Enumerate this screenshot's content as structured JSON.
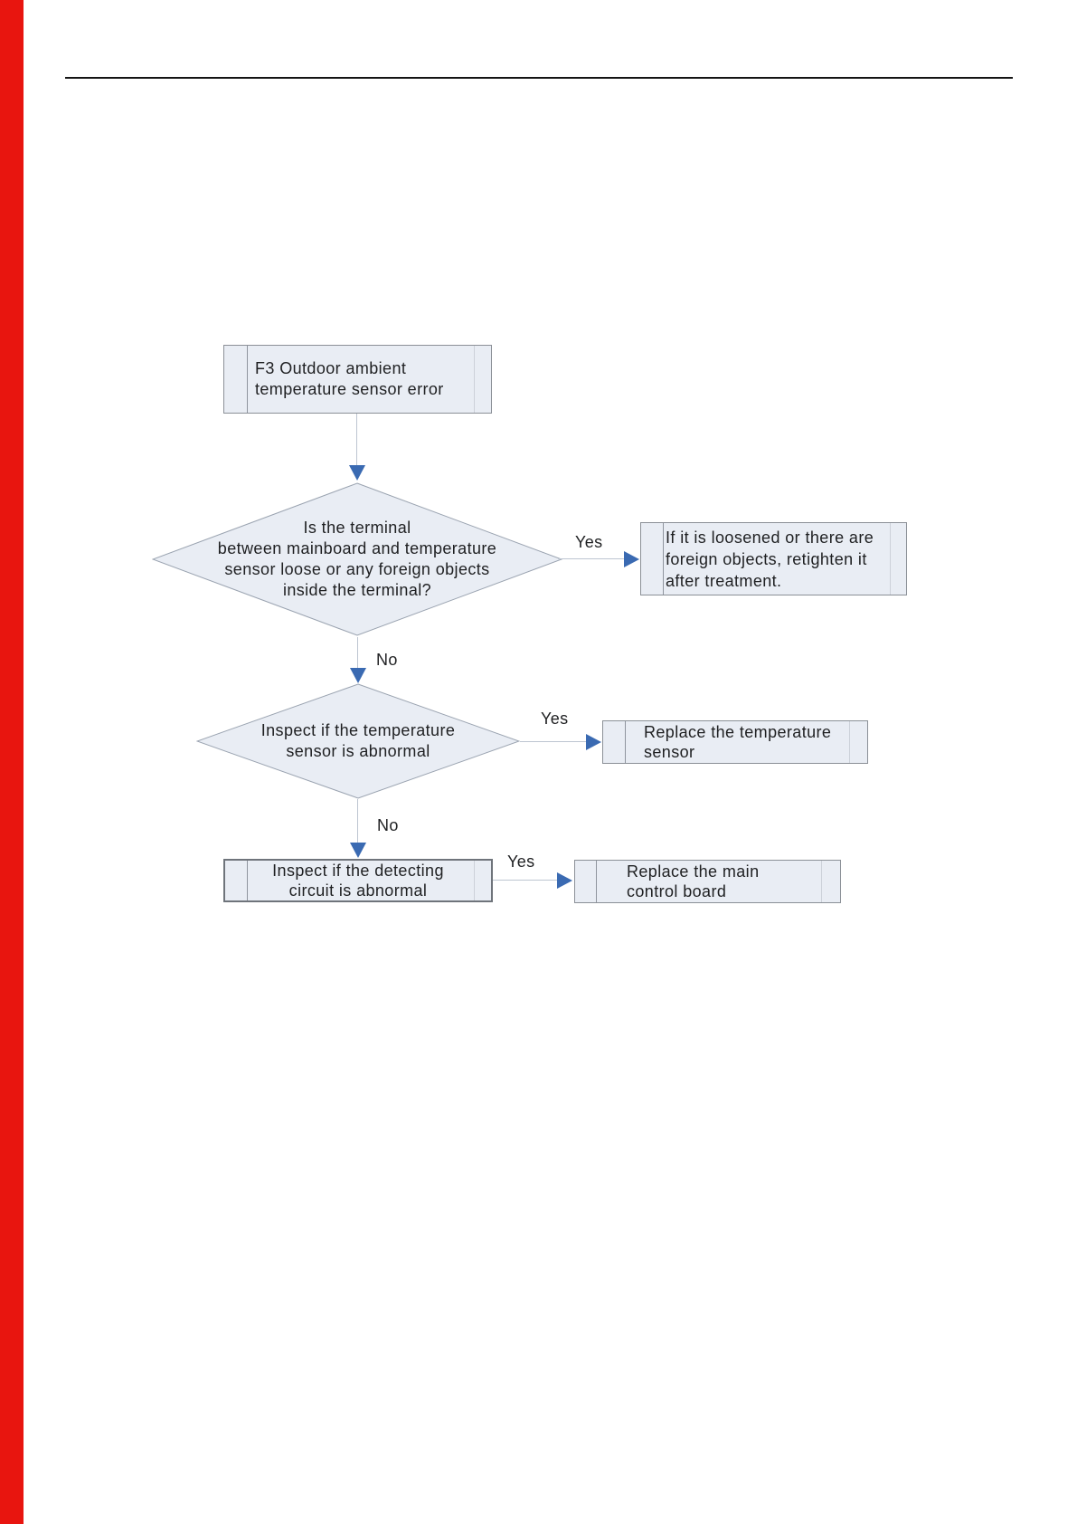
{
  "flowchart": {
    "nodes": {
      "error": {
        "type": "process-box",
        "lines": [
          "F3 Outdoor ambient",
          "temperature sensor error"
        ]
      },
      "terminal_check": {
        "type": "decision-diamond",
        "lines": [
          "Is the terminal",
          "between mainboard and temperature",
          "sensor loose or any foreign objects",
          "inside the terminal?"
        ]
      },
      "retighten": {
        "type": "process-box",
        "lines": [
          "If it is loosened or there are",
          "foreign objects, retighten it",
          "after treatment."
        ]
      },
      "sensor_check": {
        "type": "decision-diamond",
        "lines": [
          "Inspect if the temperature",
          "sensor is abnormal"
        ]
      },
      "replace_sensor": {
        "type": "process-box",
        "lines": [
          "Replace the temperature",
          "sensor"
        ]
      },
      "circuit_check": {
        "type": "process-box",
        "lines": [
          "Inspect if the detecting",
          "circuit is abnormal"
        ]
      },
      "replace_board": {
        "type": "process-box",
        "lines": [
          "Replace the main",
          "control board"
        ]
      }
    },
    "edges": {
      "d1_yes": "Yes",
      "d1_no": "No",
      "d2_yes": "Yes",
      "d2_no": "No",
      "d3_yes": "Yes"
    }
  },
  "colors": {
    "left_margin_bar": "#e8150f",
    "header_rule": "#141414",
    "node_fill": "#e9edf4",
    "node_border": "#8b9097",
    "diamond_border": "#9aa3b0",
    "connector_line": "#bdc5d1",
    "arrowhead_blue": "#3a6ab2",
    "text": "#1f2022"
  }
}
